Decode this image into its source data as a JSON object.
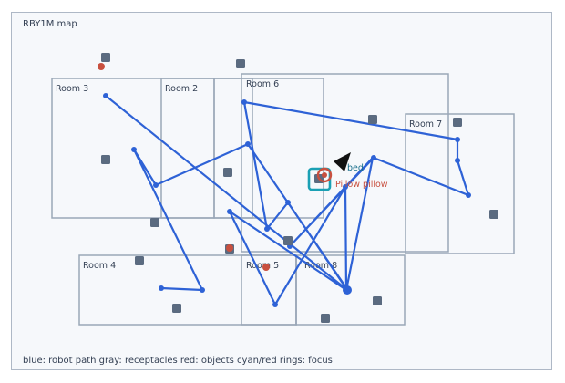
{
  "map": {
    "title": "RBY1M map",
    "legend": "blue: robot path  gray: receptacles  red: objects  cyan/red rings: focus"
  },
  "rooms": [
    {
      "id": "room-3",
      "label": "Room 3"
    },
    {
      "id": "room-2",
      "label": "Room 2"
    },
    {
      "id": "room-6",
      "label": "Room 6"
    },
    {
      "id": "room-5-upper",
      "label": ""
    },
    {
      "id": "room-7",
      "label": "Room 7"
    },
    {
      "id": "room-4",
      "label": "Room 4"
    },
    {
      "id": "room-5",
      "label": "Room 5"
    },
    {
      "id": "room-8",
      "label": "Room 8"
    }
  ],
  "focus_labels": {
    "receptacle": "bed",
    "object": "Pillow pillow"
  },
  "colors": {
    "room_stroke": "#9aa7b8",
    "path": "#2e62d6",
    "receptacle": "#5b6b80",
    "object": "#c8503f",
    "focus_cyan": "#1aa0b4",
    "focus_red": "#c8503f",
    "heading": "#111111",
    "text": "#344054"
  },
  "icons": {
    "robot_heading": "arrow-head-icon"
  }
}
